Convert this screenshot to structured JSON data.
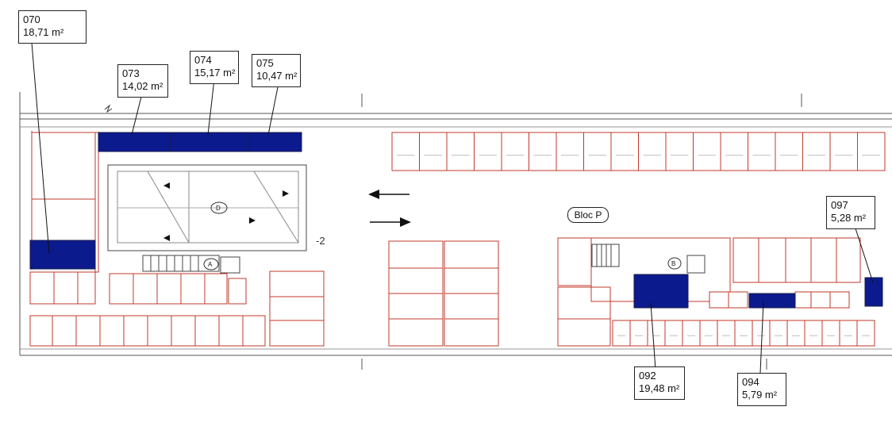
{
  "plan": {
    "bloc_label": "Bloc P",
    "level_label": "-2",
    "stair_labels": [
      "A",
      "B",
      "D"
    ],
    "highlight_color": "#0b1a8c",
    "line_color": "#c0392b",
    "callouts": [
      {
        "id": "070",
        "area": "18,71 m²"
      },
      {
        "id": "073",
        "area": "14,02 m²"
      },
      {
        "id": "074",
        "area": "15,17 m²"
      },
      {
        "id": "075",
        "area": "10,47 m²"
      },
      {
        "id": "097",
        "area": "5,28 m²"
      },
      {
        "id": "092",
        "area": "19,48 m²"
      },
      {
        "id": "094",
        "area": "5,79 m²"
      }
    ]
  }
}
